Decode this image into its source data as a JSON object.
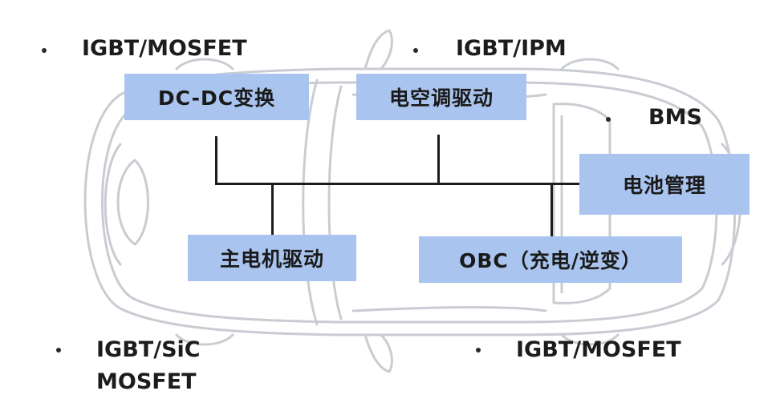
{
  "modules": {
    "dcdc": {
      "label": "DC-DC变换"
    },
    "ac_drive": {
      "label": "电空调驱动"
    },
    "battery": {
      "label": "电池管理"
    },
    "motor_drive": {
      "label": "主电机驱动"
    },
    "obc": {
      "label": "OBC（充电/逆变）"
    }
  },
  "technologies": {
    "top_left": "IGBT/MOSFET",
    "top_middle": "IGBT/IPM",
    "right": "BMS",
    "bottom_left_line1": "IGBT/SiC",
    "bottom_left_line2": "MOSFET",
    "bottom_right": "IGBT/MOSFET"
  },
  "colors": {
    "module_fill": "#a9c4ee",
    "bus_line": "#1c1c1c",
    "car_outline": "#c9ccd2"
  }
}
